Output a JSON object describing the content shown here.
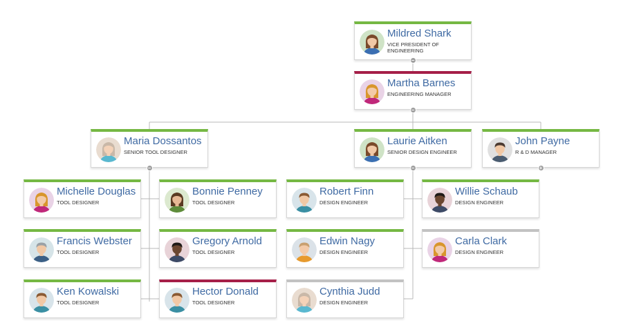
{
  "colors": {
    "green": "#75b843",
    "red": "#a51f48",
    "gray": "#c2c2c2",
    "name": "#3f6aa3",
    "line": "#b8b8b8"
  },
  "nodes": [
    {
      "id": "mildred-shark",
      "name": "Mildred Shark",
      "title": "VICE PRESIDENT OF ENGINEERING",
      "accent": "green",
      "avatar": "woman-brown-hair",
      "toggle": "collapse"
    },
    {
      "id": "martha-barnes",
      "name": "Martha Barnes",
      "title": "ENGINEERING MANAGER",
      "accent": "red",
      "avatar": "woman-blonde-hair",
      "toggle": "collapse"
    },
    {
      "id": "maria-dossantos",
      "name": "Maria Dossantos",
      "title": "SENIOR TOOL DESIGNER",
      "accent": "green",
      "avatar": "woman-light-hair",
      "toggle": "collapse"
    },
    {
      "id": "laurie-aitken",
      "name": "Laurie Aitken",
      "title": "SENIOR DESIGN ENGINEER",
      "accent": "green",
      "avatar": "woman-brown-hair",
      "toggle": "collapse"
    },
    {
      "id": "john-payne",
      "name": "John Payne",
      "title": "R & D MANAGER",
      "accent": "green",
      "avatar": "man-dark-hair",
      "toggle": "expand"
    },
    {
      "id": "michelle-douglas",
      "name": "Michelle Douglas",
      "title": "TOOL DESIGNER",
      "accent": "green",
      "avatar": "woman-blonde-hair"
    },
    {
      "id": "bonnie-penney",
      "name": "Bonnie Penney",
      "title": "TOOL DESIGNER",
      "accent": "green",
      "avatar": "woman-dark-hair"
    },
    {
      "id": "francis-webster",
      "name": "Francis Webster",
      "title": "TOOL DESIGNER",
      "accent": "green",
      "avatar": "man-gray-hair"
    },
    {
      "id": "gregory-arnold",
      "name": "Gregory Arnold",
      "title": "TOOL DESIGNER",
      "accent": "green",
      "avatar": "man-dark-skin"
    },
    {
      "id": "ken-kowalski",
      "name": "Ken Kowalski",
      "title": "TOOL DESIGNER",
      "accent": "green",
      "avatar": "man-brown-hair"
    },
    {
      "id": "hector-donald",
      "name": "Hector Donald",
      "title": "TOOL DESIGNER",
      "accent": "red",
      "avatar": "man-brown-hair"
    },
    {
      "id": "robert-finn",
      "name": "Robert Finn",
      "title": "DESIGN ENGINEER",
      "accent": "green",
      "avatar": "man-brown-hair"
    },
    {
      "id": "willie-schaub",
      "name": "Willie Schaub",
      "title": "DESIGN ENGINEER",
      "accent": "green",
      "avatar": "man-dark-skin"
    },
    {
      "id": "edwin-nagy",
      "name": "Edwin Nagy",
      "title": "DESIGN ENGINEER",
      "accent": "green",
      "avatar": "man-light-hair"
    },
    {
      "id": "carla-clark",
      "name": "Carla Clark",
      "title": "DESIGN ENGINEER",
      "accent": "gray",
      "avatar": "woman-blonde-hair"
    },
    {
      "id": "cynthia-judd",
      "name": "Cynthia Judd",
      "title": "DESIGN ENGINEER",
      "accent": "gray",
      "avatar": "woman-light-hair"
    }
  ]
}
